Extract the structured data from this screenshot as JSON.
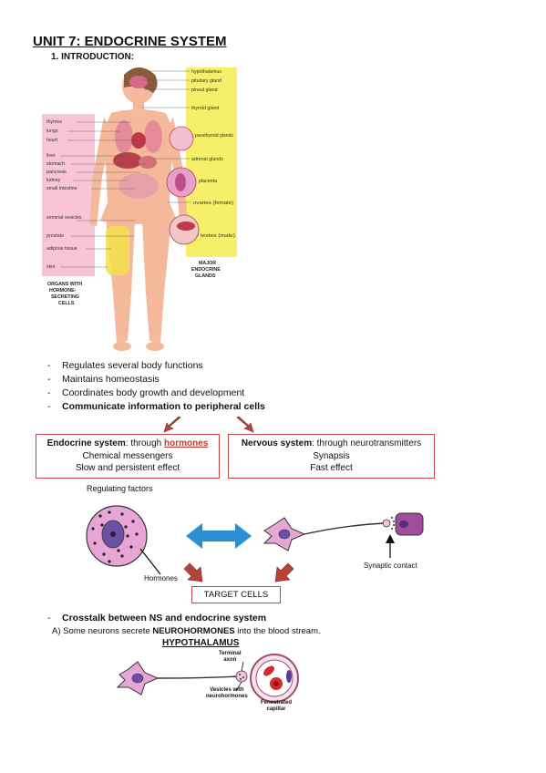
{
  "title": "UNIT 7: ENDOCRINE SYSTEM",
  "section": "1.   INTRODUCTION:",
  "figure": {
    "left_labels": [
      "thymus",
      "lungs",
      "heart",
      "liver",
      "stomach",
      "pancreas",
      "kidney",
      "small intestine",
      "seminal vesicles",
      "prostate",
      "adipose tissue",
      "skin"
    ],
    "left_caption": [
      "ORGANS WITH",
      "HORMONE-",
      "SECRETING",
      "CELLS"
    ],
    "right_labels": [
      "hypothalamus",
      "pituitary gland",
      "pineal gland",
      "thyroid gland",
      "parathyroid glands",
      "adrenal glands",
      "placenta",
      "ovaries (female)",
      "testes (male)"
    ],
    "right_caption": [
      "MAJOR",
      "ENDOCRINE",
      "GLANDS"
    ]
  },
  "bullets": [
    {
      "dash": "-",
      "text": "Regulates several body functions",
      "bold": false
    },
    {
      "dash": "-",
      "text": "Maintains homeostasis",
      "bold": false
    },
    {
      "dash": "-",
      "text": "Coordinates body growth and development",
      "bold": false
    },
    {
      "dash": "-",
      "text": "Communicate information to peripheral cells",
      "bold": true
    }
  ],
  "endocrine_box": {
    "head": "Endocrine system",
    "through": ": through ",
    "highlight": "hormones",
    "line2": "Chemical messengers",
    "line3": "Slow and persistent effect"
  },
  "nervous_box": {
    "head": "Nervous system",
    "through": ": through neurotransmitters",
    "line2": "Synapsis",
    "line3": "Fast effect"
  },
  "regulating_factors": "Regulating factors",
  "hormones_label": "Hormones",
  "synaptic_label": "Synaptic contact",
  "target_cells": "TARGET CELLS",
  "crosstalk": {
    "dash": "-",
    "text": "Crosstalk between NS and endocrine system"
  },
  "neurosecretion": {
    "prefix": "A)  Some neurons secrete ",
    "bold": "NEUROHORMONES",
    "suffix": " into the blood stream."
  },
  "hypothalamus": "HYPOTHALAMUS",
  "terminal_axon": [
    "Terminal",
    "axon"
  ],
  "vesicles": [
    "Vesicles with",
    "neurohormones"
  ],
  "fenestrated": [
    "Fenestrated",
    "capillar"
  ],
  "colors": {
    "accent": "#c8434a",
    "arrow": "#b5433a",
    "pink_panel": "#f7c5d6",
    "yellow_panel": "#f6ef6a",
    "blue_arrow": "#2b8fd6"
  }
}
